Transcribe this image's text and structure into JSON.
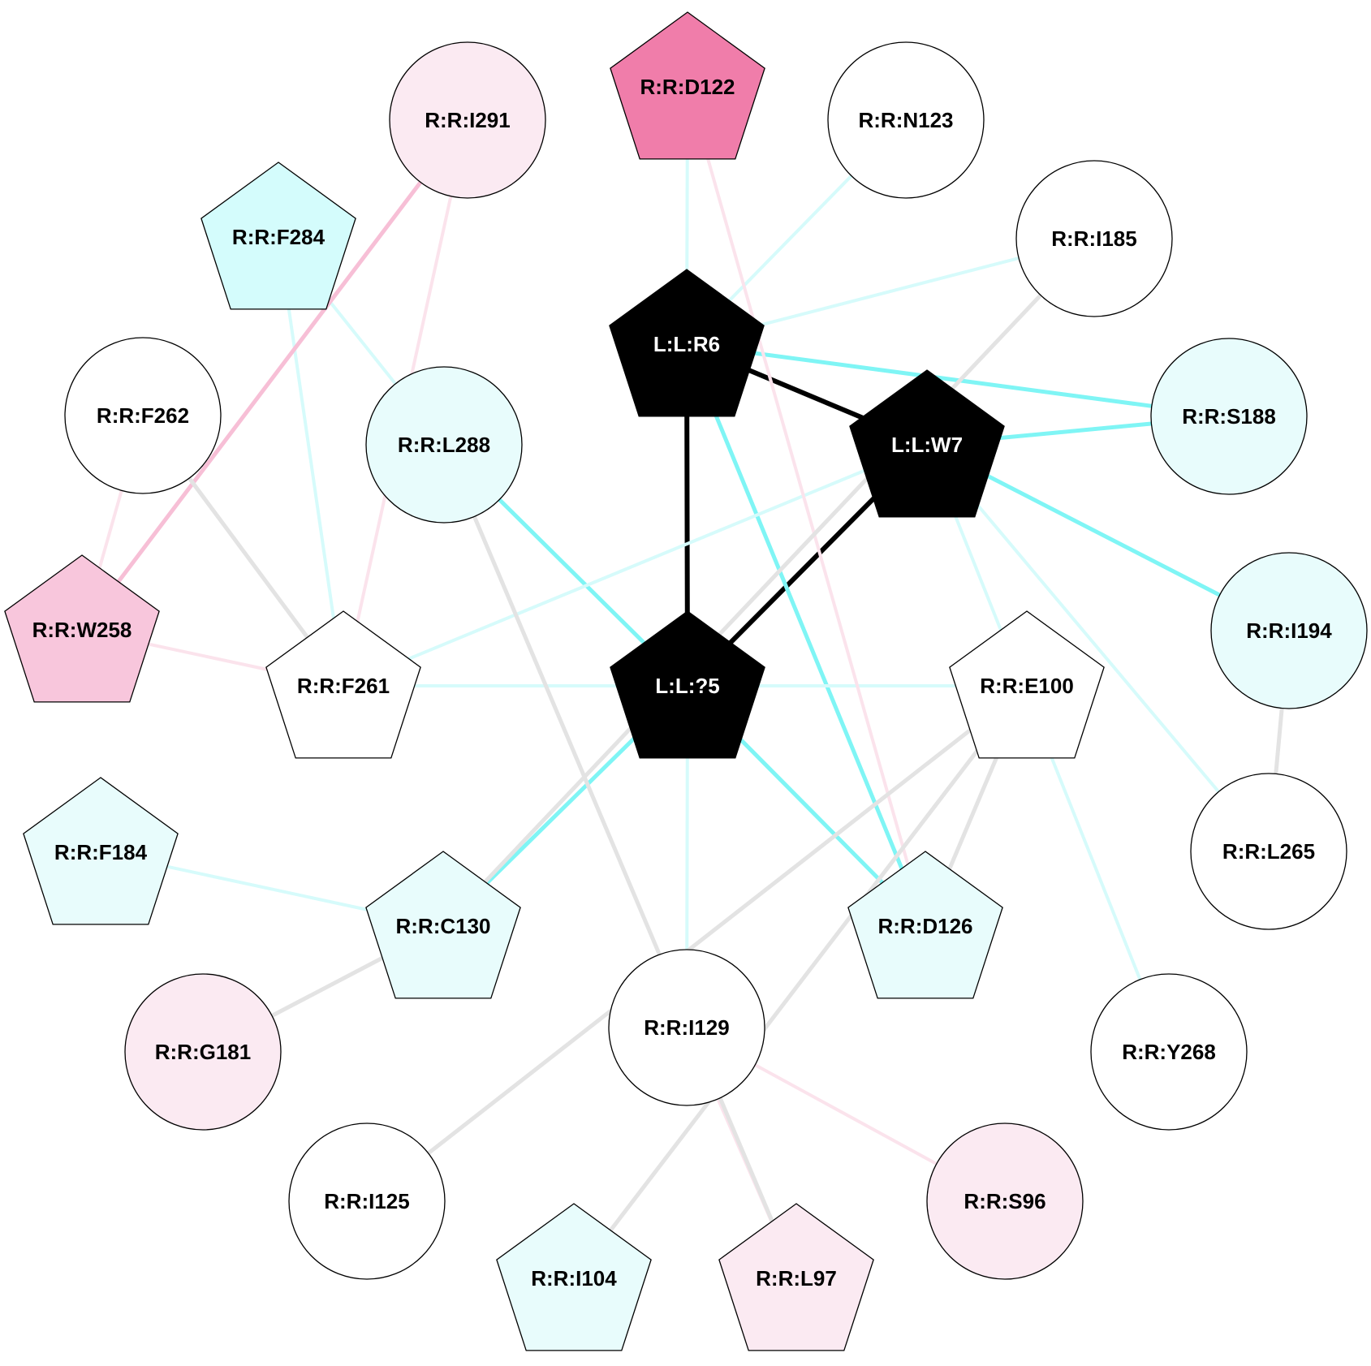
{
  "colors": {
    "ligand": "#000000",
    "cyan_strong": "#7ff5f5",
    "cyan_light": "#d6fbfb",
    "pink_strong": "#f7bfd6",
    "pink_light": "#fbe3ec",
    "grey": "#e3e3e3",
    "black_edge": "#000000"
  },
  "nodes": [
    {
      "id": "D122",
      "label": "R:R:D122",
      "shape": "pentagon",
      "fill": "#f07daa",
      "text": "#000000"
    },
    {
      "id": "N123",
      "label": "R:R:N123",
      "shape": "circle",
      "fill": "#ffffff",
      "text": "#000000"
    },
    {
      "id": "I291",
      "label": "R:R:I291",
      "shape": "circle",
      "fill": "#fbeaf2",
      "text": "#000000"
    },
    {
      "id": "F284",
      "label": "R:R:F284",
      "shape": "pentagon",
      "fill": "#d4fcfc",
      "text": "#000000"
    },
    {
      "id": "I185",
      "label": "R:R:I185",
      "shape": "circle",
      "fill": "#ffffff",
      "text": "#000000"
    },
    {
      "id": "R6",
      "label": "L:L:R6",
      "shape": "pentagon",
      "fill": "#000000",
      "text": "#ffffff"
    },
    {
      "id": "F262",
      "label": "R:R:F262",
      "shape": "circle",
      "fill": "#ffffff",
      "text": "#000000"
    },
    {
      "id": "L288",
      "label": "R:R:L288",
      "shape": "circle",
      "fill": "#e8fcfc",
      "text": "#000000"
    },
    {
      "id": "S188",
      "label": "R:R:S188",
      "shape": "circle",
      "fill": "#e8fcfc",
      "text": "#000000"
    },
    {
      "id": "W7",
      "label": "L:L:W7",
      "shape": "pentagon",
      "fill": "#000000",
      "text": "#ffffff"
    },
    {
      "id": "W258",
      "label": "R:R:W258",
      "shape": "pentagon",
      "fill": "#f8c6dc",
      "text": "#000000"
    },
    {
      "id": "I194",
      "label": "R:R:I194",
      "shape": "circle",
      "fill": "#e8fcfc",
      "text": "#000000"
    },
    {
      "id": "F261",
      "label": "R:R:F261",
      "shape": "pentagon",
      "fill": "#ffffff",
      "text": "#000000"
    },
    {
      "id": "Q5",
      "label": "L:L:?5",
      "shape": "pentagon",
      "fill": "#000000",
      "text": "#ffffff"
    },
    {
      "id": "E100",
      "label": "R:R:E100",
      "shape": "pentagon",
      "fill": "#ffffff",
      "text": "#000000"
    },
    {
      "id": "F184",
      "label": "R:R:F184",
      "shape": "pentagon",
      "fill": "#e8fcfc",
      "text": "#000000"
    },
    {
      "id": "L265",
      "label": "R:R:L265",
      "shape": "circle",
      "fill": "#ffffff",
      "text": "#000000"
    },
    {
      "id": "C130",
      "label": "R:R:C130",
      "shape": "pentagon",
      "fill": "#e8fcfc",
      "text": "#000000"
    },
    {
      "id": "D126",
      "label": "R:R:D126",
      "shape": "pentagon",
      "fill": "#e8fcfc",
      "text": "#000000"
    },
    {
      "id": "I129",
      "label": "R:R:I129",
      "shape": "circle",
      "fill": "#ffffff",
      "text": "#000000"
    },
    {
      "id": "G181",
      "label": "R:R:G181",
      "shape": "circle",
      "fill": "#fbeaf2",
      "text": "#000000"
    },
    {
      "id": "Y268",
      "label": "R:R:Y268",
      "shape": "circle",
      "fill": "#ffffff",
      "text": "#000000"
    },
    {
      "id": "I125",
      "label": "R:R:I125",
      "shape": "circle",
      "fill": "#ffffff",
      "text": "#000000"
    },
    {
      "id": "S96",
      "label": "R:R:S96",
      "shape": "circle",
      "fill": "#fbeaf2",
      "text": "#000000"
    },
    {
      "id": "I104",
      "label": "R:R:I104",
      "shape": "pentagon",
      "fill": "#e8fcfc",
      "text": "#000000"
    },
    {
      "id": "L97",
      "label": "R:R:L97",
      "shape": "pentagon",
      "fill": "#fbeaf2",
      "text": "#000000"
    }
  ],
  "edges": [
    {
      "from": "R6",
      "to": "W7",
      "color": "black_edge",
      "weight": "heavy"
    },
    {
      "from": "R6",
      "to": "Q5",
      "color": "black_edge",
      "weight": "heavy"
    },
    {
      "from": "W7",
      "to": "Q5",
      "color": "black_edge",
      "weight": "heavy"
    },
    {
      "from": "R6",
      "to": "S188",
      "color": "cyan_strong",
      "weight": "medium"
    },
    {
      "from": "W7",
      "to": "S188",
      "color": "cyan_strong",
      "weight": "medium"
    },
    {
      "from": "W7",
      "to": "I194",
      "color": "cyan_strong",
      "weight": "medium"
    },
    {
      "from": "R6",
      "to": "D126",
      "color": "cyan_strong",
      "weight": "medium"
    },
    {
      "from": "Q5",
      "to": "D126",
      "color": "cyan_strong",
      "weight": "medium"
    },
    {
      "from": "Q5",
      "to": "C130",
      "color": "cyan_strong",
      "weight": "medium"
    },
    {
      "from": "Q5",
      "to": "L288",
      "color": "cyan_strong",
      "weight": "medium"
    },
    {
      "from": "R6",
      "to": "D122",
      "color": "cyan_light",
      "weight": "light"
    },
    {
      "from": "R6",
      "to": "N123",
      "color": "cyan_light",
      "weight": "light"
    },
    {
      "from": "R6",
      "to": "I185",
      "color": "cyan_light",
      "weight": "light"
    },
    {
      "from": "W7",
      "to": "F261",
      "color": "cyan_light",
      "weight": "light"
    },
    {
      "from": "W7",
      "to": "L265",
      "color": "cyan_light",
      "weight": "light"
    },
    {
      "from": "W7",
      "to": "Y268",
      "color": "cyan_light",
      "weight": "light"
    },
    {
      "from": "F261",
      "to": "E100",
      "color": "cyan_light",
      "weight": "light"
    },
    {
      "from": "Q5",
      "to": "I129",
      "color": "cyan_light",
      "weight": "light"
    },
    {
      "from": "F184",
      "to": "C130",
      "color": "cyan_light",
      "weight": "light"
    },
    {
      "from": "F284",
      "to": "F261",
      "color": "cyan_light",
      "weight": "light"
    },
    {
      "from": "F284",
      "to": "L288",
      "color": "cyan_light",
      "weight": "light"
    },
    {
      "from": "I291",
      "to": "W258",
      "color": "pink_strong",
      "weight": "medium"
    },
    {
      "from": "I291",
      "to": "F261",
      "color": "pink_light",
      "weight": "light"
    },
    {
      "from": "F262",
      "to": "W258",
      "color": "pink_light",
      "weight": "light"
    },
    {
      "from": "W258",
      "to": "F261",
      "color": "pink_light",
      "weight": "light"
    },
    {
      "from": "D122",
      "to": "D126",
      "color": "pink_light",
      "weight": "light"
    },
    {
      "from": "I129",
      "to": "S96",
      "color": "pink_light",
      "weight": "light"
    },
    {
      "from": "I129",
      "to": "L97",
      "color": "pink_light",
      "weight": "light"
    },
    {
      "from": "I185",
      "to": "C130",
      "color": "grey",
      "weight": "medium"
    },
    {
      "from": "F262",
      "to": "F261",
      "color": "grey",
      "weight": "medium"
    },
    {
      "from": "L288",
      "to": "L97",
      "color": "grey",
      "weight": "medium"
    },
    {
      "from": "E100",
      "to": "I125",
      "color": "grey",
      "weight": "medium"
    },
    {
      "from": "E100",
      "to": "I104",
      "color": "grey",
      "weight": "medium"
    },
    {
      "from": "E100",
      "to": "D126",
      "color": "grey",
      "weight": "medium"
    },
    {
      "from": "I194",
      "to": "L265",
      "color": "grey",
      "weight": "medium"
    },
    {
      "from": "C130",
      "to": "G181",
      "color": "grey",
      "weight": "medium"
    }
  ]
}
